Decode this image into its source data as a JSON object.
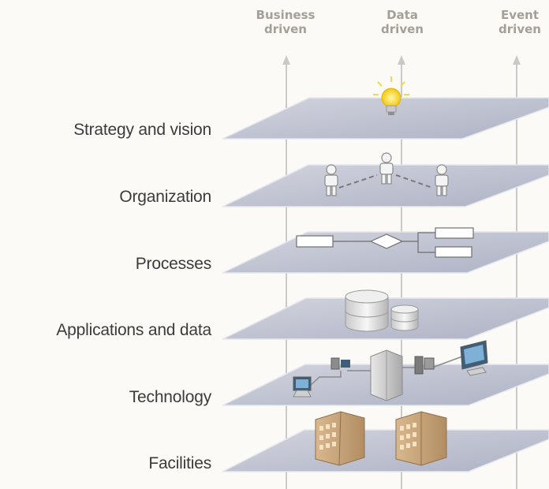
{
  "columns": [
    {
      "line1": "Business",
      "line2": "driven"
    },
    {
      "line1": "Data",
      "line2": "driven"
    },
    {
      "line1": "Event",
      "line2": "driven"
    }
  ],
  "layers": [
    {
      "label": "Strategy and vision",
      "icon": "lightbulb-icon"
    },
    {
      "label": "Organization",
      "icon": "people-icon"
    },
    {
      "label": "Processes",
      "icon": "process-flow-icon"
    },
    {
      "label": "Applications and data",
      "icon": "database-icon"
    },
    {
      "label": "Technology",
      "icon": "network-icon"
    },
    {
      "label": "Facilities",
      "icon": "building-icon"
    }
  ],
  "colors": {
    "plane_fill": "#b9bccd",
    "plane_edge": "#d7d9e3",
    "axis_line": "#cfcfcf",
    "header_text": "#a59f97",
    "label_text": "#3b3b3b"
  }
}
